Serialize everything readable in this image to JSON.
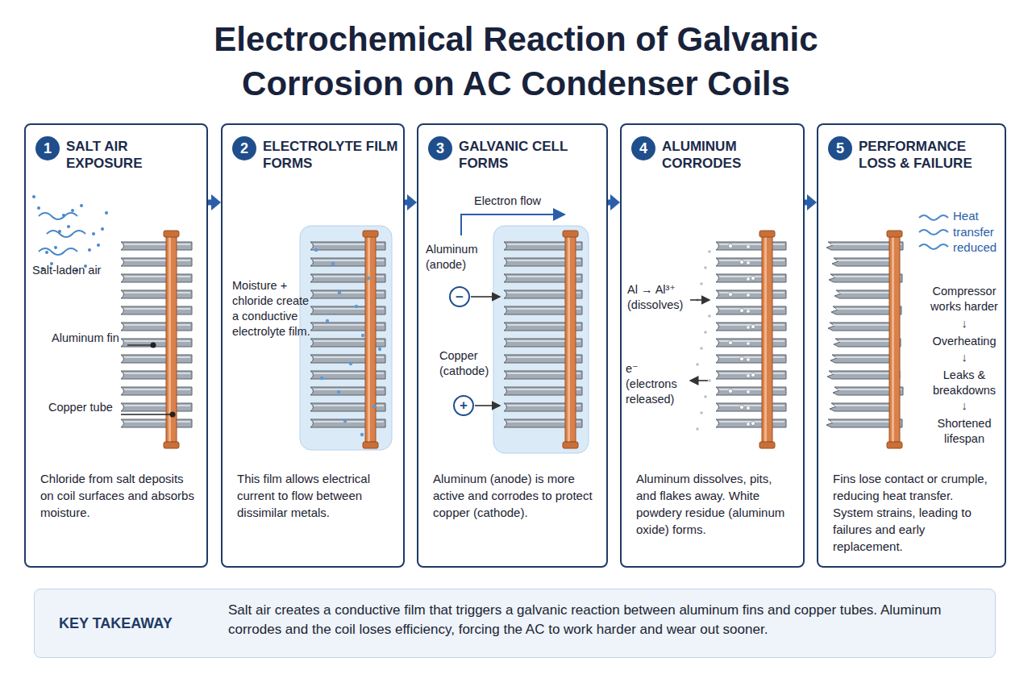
{
  "diagram": {
    "title": "Electrochemical Reaction of Galvanic Corrosion on AC Condenser Coils",
    "nodes": [
      {
        "text": [
          "SALT AIR EXPOSURE",
          "Chloride from salt deposits on coil surfaces and absorbs moisture."
        ]
      },
      {
        "text": [
          "1"
        ],
        "in": 0
      },
      {
        "text": [
          "ELECTROLYTE FILM FORMS",
          "This film allows electrical current to flow between dissimilar metals."
        ]
      },
      {
        "text": [
          "2"
        ],
        "in": 2
      },
      {
        "text": [
          "GALVANIC CELL FORMS",
          "Aluminum (anode) is more active and corrodes to protect copper (cathode)."
        ]
      },
      {
        "text": [
          "3"
        ],
        "in": 4
      },
      {
        "text": [
          "ALUMINUM CORRODES",
          "Aluminum dissolves, pits, and flakes away. White powdery residue (aluminum oxide) forms."
        ]
      },
      {
        "text": [
          "4"
        ],
        "in": 6
      },
      {
        "text": [
          "PERFORMANCE LOSS & FAILURE",
          "Fins lose contact or crumple, reducing heat transfer. System strains, leading to failures and early replacement."
        ]
      },
      {
        "text": [
          "5"
        ],
        "in": 8
      },
      {
        "text": [
          "KEY TAKEAWAY",
          "Salt air creates a conductive film that triggers a galvanic reaction between aluminum fins and copper tubes. Aluminum corrodes and the coil loses efficiency, forcing the AC to work harder and wear out sooner."
        ]
      }
    ],
    "edges": [
      {
        "from": 0,
        "to": 2,
        "arrow": "to"
      },
      {
        "from": 2,
        "to": 4,
        "arrow": "to"
      },
      {
        "from": 4,
        "to": 6,
        "arrow": "to"
      },
      {
        "from": 6,
        "to": 8,
        "arrow": "to"
      }
    ],
    "labels": [
      "Salt-laden air",
      "Aluminum fin",
      "Copper tube",
      "Moisture + chloride create a conductive electrolyte film.",
      "Electron flow",
      "Aluminum (anode)",
      "−",
      "Copper (cathode)",
      "+",
      "Al → Al³⁺ (dissolves)",
      "e⁻ (electrons released)",
      "Heat transfer reduced",
      "Compressor works harder",
      "↓",
      "Overheating",
      "↓",
      "Leaks & breakdowns",
      "↓",
      "Shortened lifespan"
    ]
  }
}
